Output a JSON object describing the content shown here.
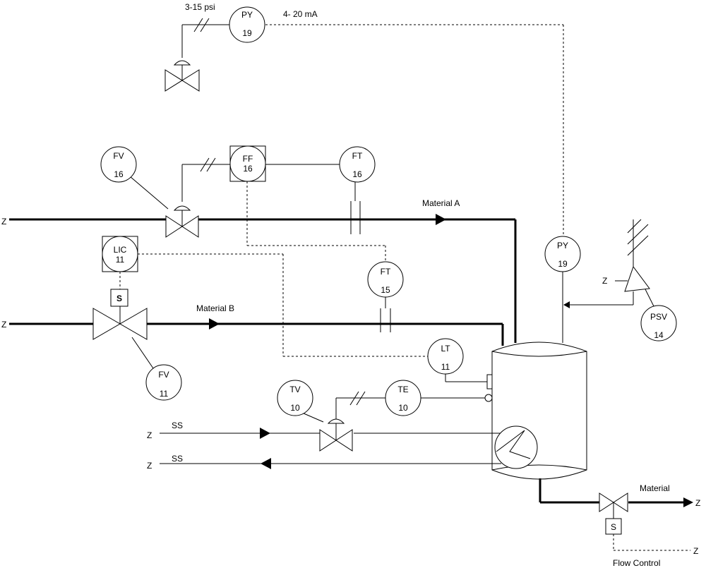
{
  "signals": {
    "pneumatic": "3-15 psi",
    "electric": "4- 20 mA"
  },
  "streams": {
    "material_a": "Material A",
    "material_b": "Material B",
    "ss_supply": "SS",
    "ss_return": "SS",
    "material_out": "Material",
    "flow_control": "Flow Control",
    "boundary": "Z"
  },
  "instruments": {
    "py19_top": {
      "tag": "PY",
      "num": "19"
    },
    "fv16": {
      "tag": "FV",
      "num": "16"
    },
    "ff16": {
      "tag": "FF",
      "num": "16"
    },
    "ft16": {
      "tag": "FT",
      "num": "16"
    },
    "lic11": {
      "tag": "LIC",
      "num": "11"
    },
    "ft15": {
      "tag": "FT",
      "num": "15"
    },
    "lt11": {
      "tag": "LT",
      "num": "11"
    },
    "fv11": {
      "tag": "FV",
      "num": "11"
    },
    "tv10": {
      "tag": "TV",
      "num": "10"
    },
    "te10": {
      "tag": "TE",
      "num": "10"
    },
    "py19_right": {
      "tag": "PY",
      "num": "19"
    },
    "psv14": {
      "tag": "PSV",
      "num": "14"
    }
  },
  "solenoids": {
    "lic_solenoid": "S",
    "outlet_solenoid": "S"
  }
}
